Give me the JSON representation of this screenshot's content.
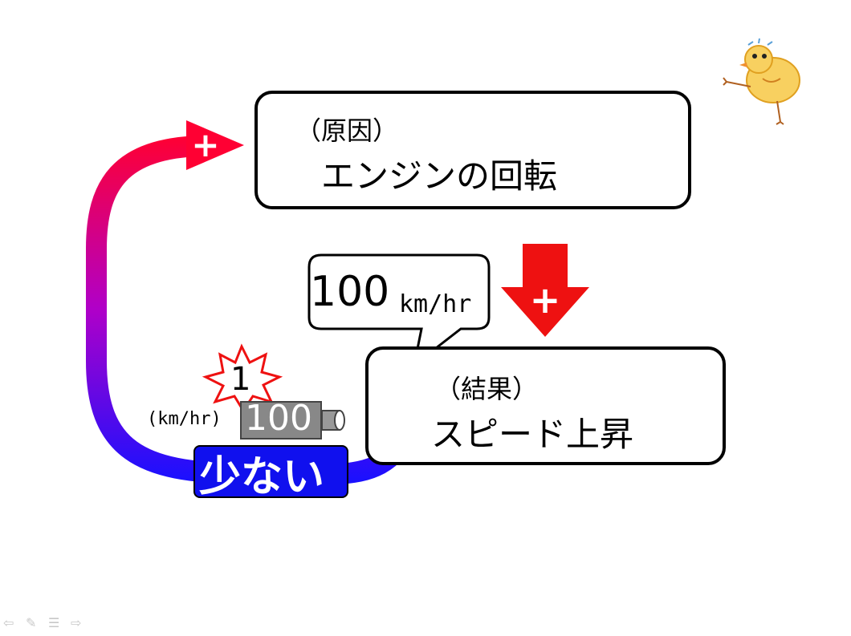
{
  "cause": {
    "tag": "（原因）",
    "main": "エンジンの回転"
  },
  "result": {
    "tag": "（結果）",
    "main": "スピード上昇"
  },
  "speed_bubble": {
    "value": "100",
    "unit": "km/hr"
  },
  "meter": {
    "unit": "(km/hr)",
    "value": "100"
  },
  "star_value": "1",
  "low_badge": "少ない",
  "plus_sign": "+",
  "colors": {
    "accent_red": "#ee1111",
    "gradient_top": "#ff0033",
    "gradient_bottom": "#1a10ff",
    "badge_blue": "#1010ee"
  },
  "nav_icons": [
    "prev-arrow-icon",
    "pen-icon",
    "menu-icon",
    "next-arrow-icon"
  ]
}
